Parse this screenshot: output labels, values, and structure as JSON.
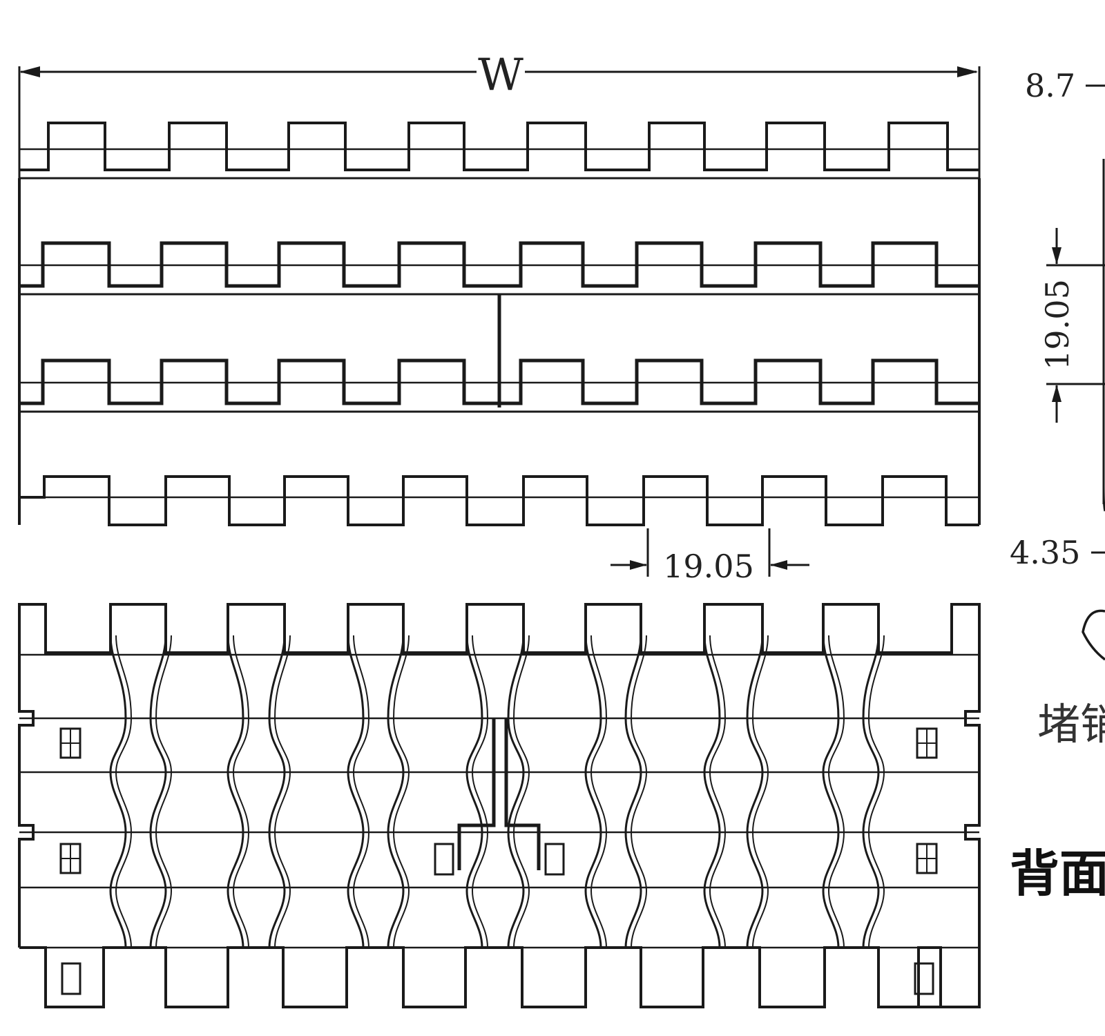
{
  "dimensions": {
    "width_label": "W",
    "pitch_horizontal": "19.05",
    "pitch_vertical": "19.05",
    "thickness": "8.7",
    "hinge_offset": "4.35"
  },
  "labels": {
    "pin_plug": "堵销",
    "back_side": "背面"
  },
  "colors": {
    "line": "#1a1a1a",
    "background": "#ffffff"
  }
}
